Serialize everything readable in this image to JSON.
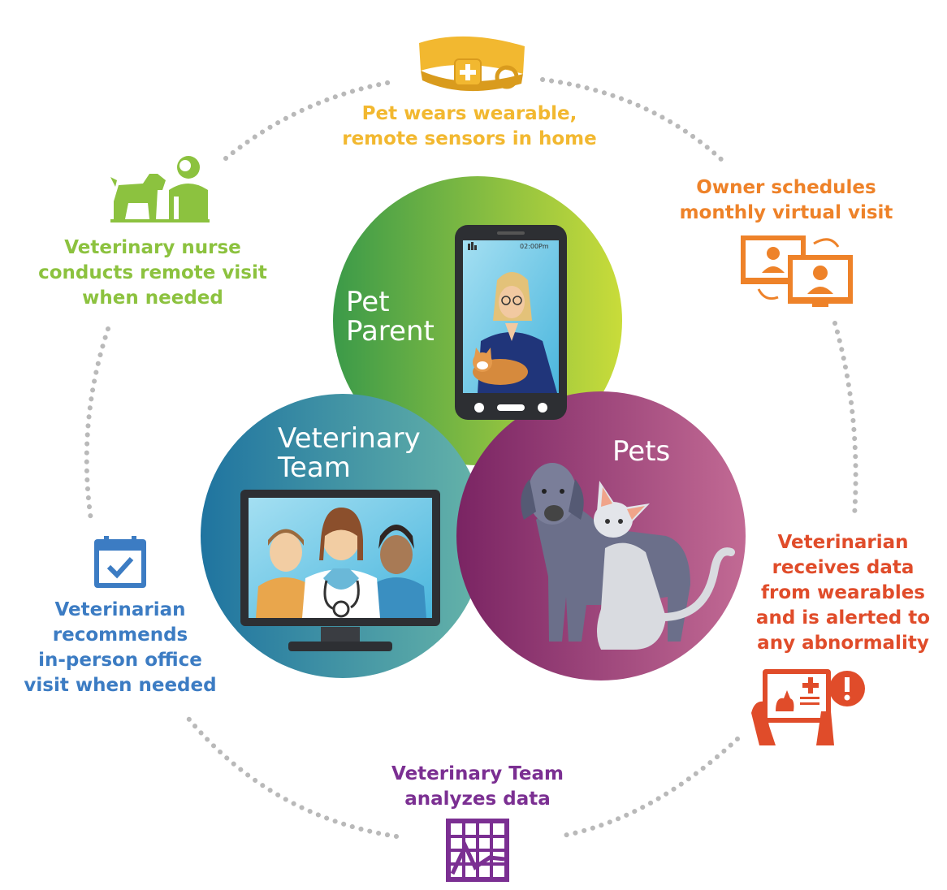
{
  "colors": {
    "yellow": "#f2b830",
    "orange": "#ee8229",
    "red": "#e04c2a",
    "purple": "#7b2f92",
    "blue": "#3c7cc3",
    "green": "#8cc23f",
    "dots": "#b9b9b9"
  },
  "steps": [
    {
      "text_lines": [
        "Pet wears wearable,",
        "remote sensors in home"
      ],
      "icon": "collar-icon"
    },
    {
      "text_lines": [
        "Owner schedules",
        "monthly virtual visit"
      ],
      "icon": "video-call-icon"
    },
    {
      "text_lines": [
        "Veterinarian",
        "receives data",
        "from wearables",
        "and is alerted to",
        "any abnormality"
      ],
      "icon": "tablet-alert-icon"
    },
    {
      "text_lines": [
        "Veterinary Team",
        "analyzes data"
      ],
      "icon": "chart-grid-icon"
    },
    {
      "text_lines": [
        "Veterinarian",
        "recommends",
        "in-person office",
        "visit when needed"
      ],
      "icon": "calendar-check-icon"
    },
    {
      "text_lines": [
        "Veterinary nurse",
        "conducts remote visit",
        "when needed"
      ],
      "icon": "nurse-dog-icon"
    }
  ],
  "circles": {
    "pet_parent": {
      "lines": [
        "Pet",
        "Parent"
      ]
    },
    "veterinary_team": {
      "lines": [
        "Veterinary",
        "Team"
      ]
    },
    "pets": {
      "lines": [
        "Pets"
      ]
    }
  },
  "phone_time": "02:00Pm"
}
